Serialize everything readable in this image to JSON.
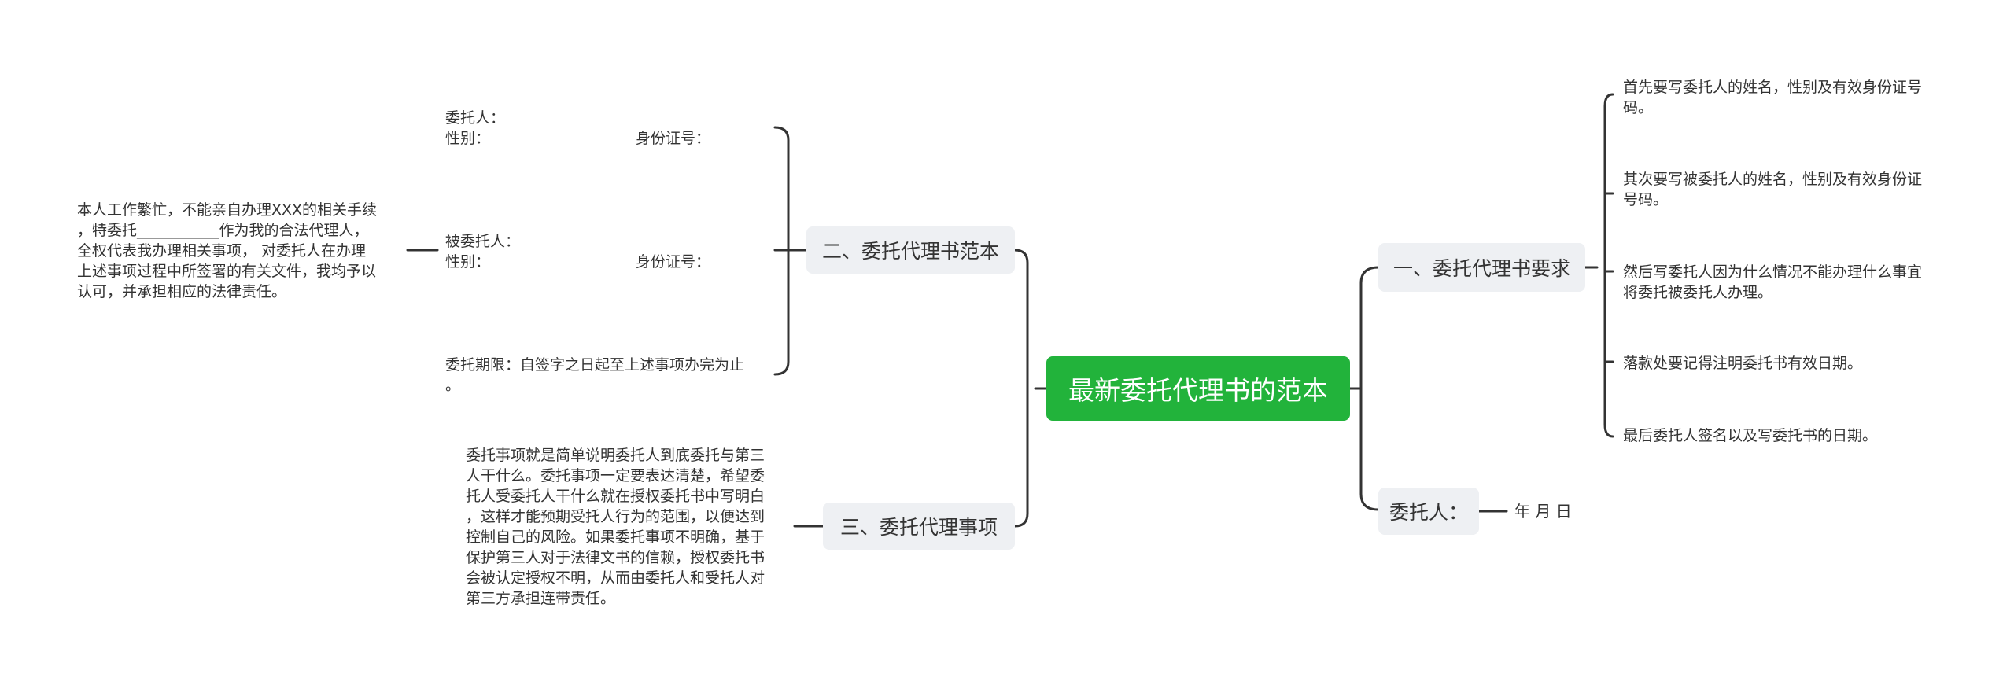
{
  "root": {
    "label": "最新委托代理书的范本"
  },
  "right_branches": [
    {
      "label": "一、委托代理书要求",
      "children": [
        "首先要写委托人的姓名，性别及有效身份证号\n码。",
        "其次要写被委托人的姓名，性别及有效身份证\n号码。",
        "然后写委托人因为什么情况不能办理什么事宜\n将委托被委托人办理。",
        "落款处要记得注明委托书有效日期。",
        "最后委托人签名以及写委托书的日期。"
      ]
    },
    {
      "label": "委托人：",
      "children": [
        "年 月 日"
      ]
    }
  ],
  "left_branches": [
    {
      "label": "二、委托代理书范本",
      "children": [
        {
          "left": "委托人：\n性别：",
          "right": "身份证号："
        },
        {
          "left": "被委托人：\n性别：",
          "right": "身份证号："
        },
        {
          "left": "委托期限：自签字之日起至上述事项办完为止\n。"
        }
      ],
      "grandchild": "本人工作繁忙，不能亲自办理XXX的相关手续\n，特委托___________作为我的合法代理人，\n全权代表我办理相关事项， 对委托人在办理\n上述事项过程中所签署的有关文件，我均予以\n认可，并承担相应的法律责任。"
    },
    {
      "label": "三、委托代理事项",
      "children": [
        "委托事项就是简单说明委托人到底委托与第三\n人干什么。委托事项一定要表达清楚，希望委\n托人受委托人干什么就在授权委托书中写明白\n，这样才能预期受托人行为的范围，以便达到\n控制自己的风险。如果委托事项不明确，基于\n保护第三人对于法律文书的信赖，授权委托书\n会被认定授权不明，从而由委托人和受托人对\n第三方承担连带责任。"
      ]
    }
  ]
}
